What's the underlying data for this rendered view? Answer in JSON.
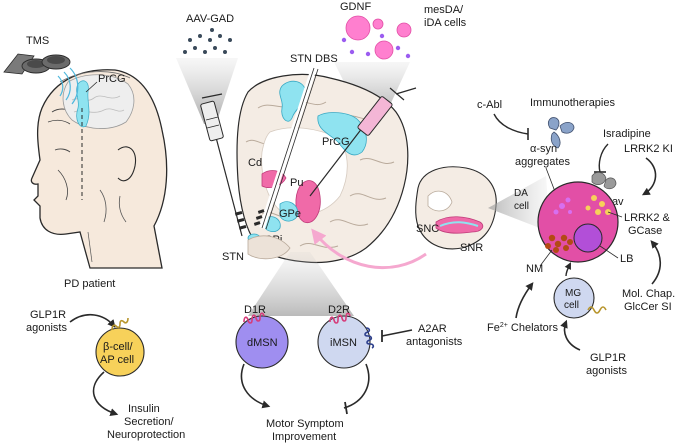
{
  "labels": {
    "tms": "TMS",
    "prcg_left": "PrCG",
    "pd_patient": "PD patient",
    "aav_gad": "AAV-GAD",
    "gdnf": "GDNF",
    "mesda_line1": "mesDA/",
    "mesda_line2": "iDA cells",
    "stn_dbs": "STN DBS",
    "prcg_brain": "PrCG",
    "cd": "Cd",
    "pu": "Pu",
    "gpe": "GPe",
    "gpi": "GPi",
    "stn": "STN",
    "snc": "SNC",
    "snr": "SNR",
    "c_abl": "c-Abl",
    "immunotherapies": "Immunotherapies",
    "asyn_line1": "α-syn",
    "asyn_line2": "aggregates",
    "isradipine": "Isradipine",
    "cav": "Cav",
    "lrrk2_ki": "LRRK2 KI",
    "da_line1": "DA",
    "da_line2": "cell",
    "lrrk2_gcase_line1": "LRRK2 &",
    "lrrk2_gcase_line2": "GCase",
    "lb": "LB",
    "nm": "NM",
    "mg_line1": "MG",
    "mg_line2": "cell",
    "mol_chap_line1": "Mol. Chap.",
    "mol_chap_line2": "GlcCer SI",
    "fe_chelators_pre": "Fe",
    "fe_chelators_sup": "2+",
    "fe_chelators_post": " Chelators",
    "glp1r_right_line1": "GLP1R",
    "glp1r_right_line2": "agonists",
    "glp1r_left_line1": "GLP1R",
    "glp1r_left_line2": "agonists",
    "beta_line1": "β-cell/",
    "beta_line2": "AP cell",
    "insulin_line1": "Insulin",
    "insulin_line2": "Secretion/",
    "insulin_line3": "Neuroprotection",
    "d1r": "D1R",
    "d2r": "D2R",
    "dmsn": "dMSN",
    "imsn": "iMSN",
    "a2ar_line1": "A2AR",
    "a2ar_line2": "antagonists",
    "motor_line1": "Motor Symptom",
    "motor_line2": "Improvement"
  },
  "colors": {
    "cyan": "#8fe3f0",
    "pink": "#f06aa8",
    "magenta_cell": "#e24fa6",
    "purple_lb": "#b24fd8",
    "purple_drop": "#d86ff0",
    "gdnf_dot": "#9b5cf0",
    "yellow_cell": "#f7d15a",
    "dmsn": "#9f8ef0",
    "imsn": "#cfd8f0",
    "mg_cell": "#cfd8f0",
    "receptor_gold": "#b8962e",
    "receptor_pink": "#d63c7a",
    "receptor_navy": "#2d3f8c",
    "nm_brown": "#b34a14",
    "gray_tissue": "#e6e6e6",
    "skin": "#f6e9dc",
    "dark": "#2a2a2a"
  }
}
